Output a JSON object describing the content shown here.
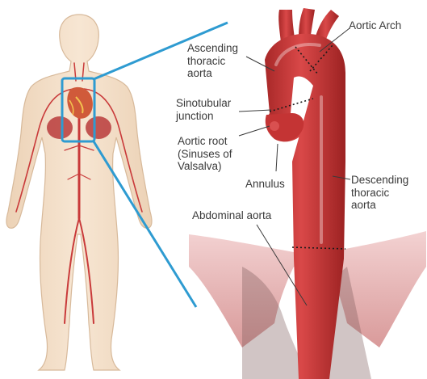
{
  "labels": {
    "aortic_arch": "Aortic Arch",
    "ascending": "Ascending\nthoracic\naorta",
    "sinotubular": "Sinotubular\njunction",
    "aortic_root": "Aortic root\n(Sinuses of\nValsalva)",
    "annulus": "Annulus",
    "descending": "Descending\nthoracic\naorta",
    "abdominal": "Abdominal aorta"
  },
  "colors": {
    "aorta": "#c93a3a",
    "body": "#f2dcc3",
    "body_outline": "#d7b99a",
    "callout": "#2e9bd1",
    "diaphragm": "#e6b4b4"
  }
}
